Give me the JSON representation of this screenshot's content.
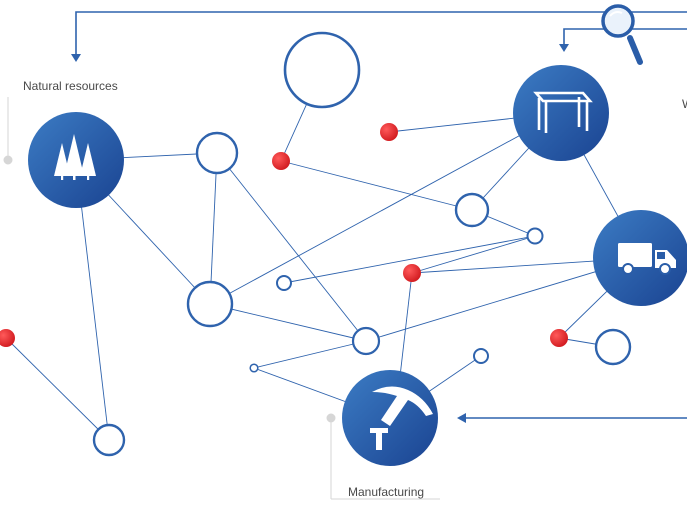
{
  "labels": {
    "natural_resources": "Natural resources",
    "manufacturing": "Manufacturing",
    "cut_off": "W"
  },
  "colors": {
    "link": "#2f63ad",
    "hub_dark": "#1e4a99",
    "hub_light": "#3c7cc4",
    "accent": "#e3262b",
    "leader": "#d6d6d6"
  },
  "icons": {
    "natural_resources": "forest-icon",
    "furniture": "table-icon",
    "logistics": "truck-icon",
    "manufacturing": "hammer-icon",
    "search": "magnifier-icon"
  }
}
